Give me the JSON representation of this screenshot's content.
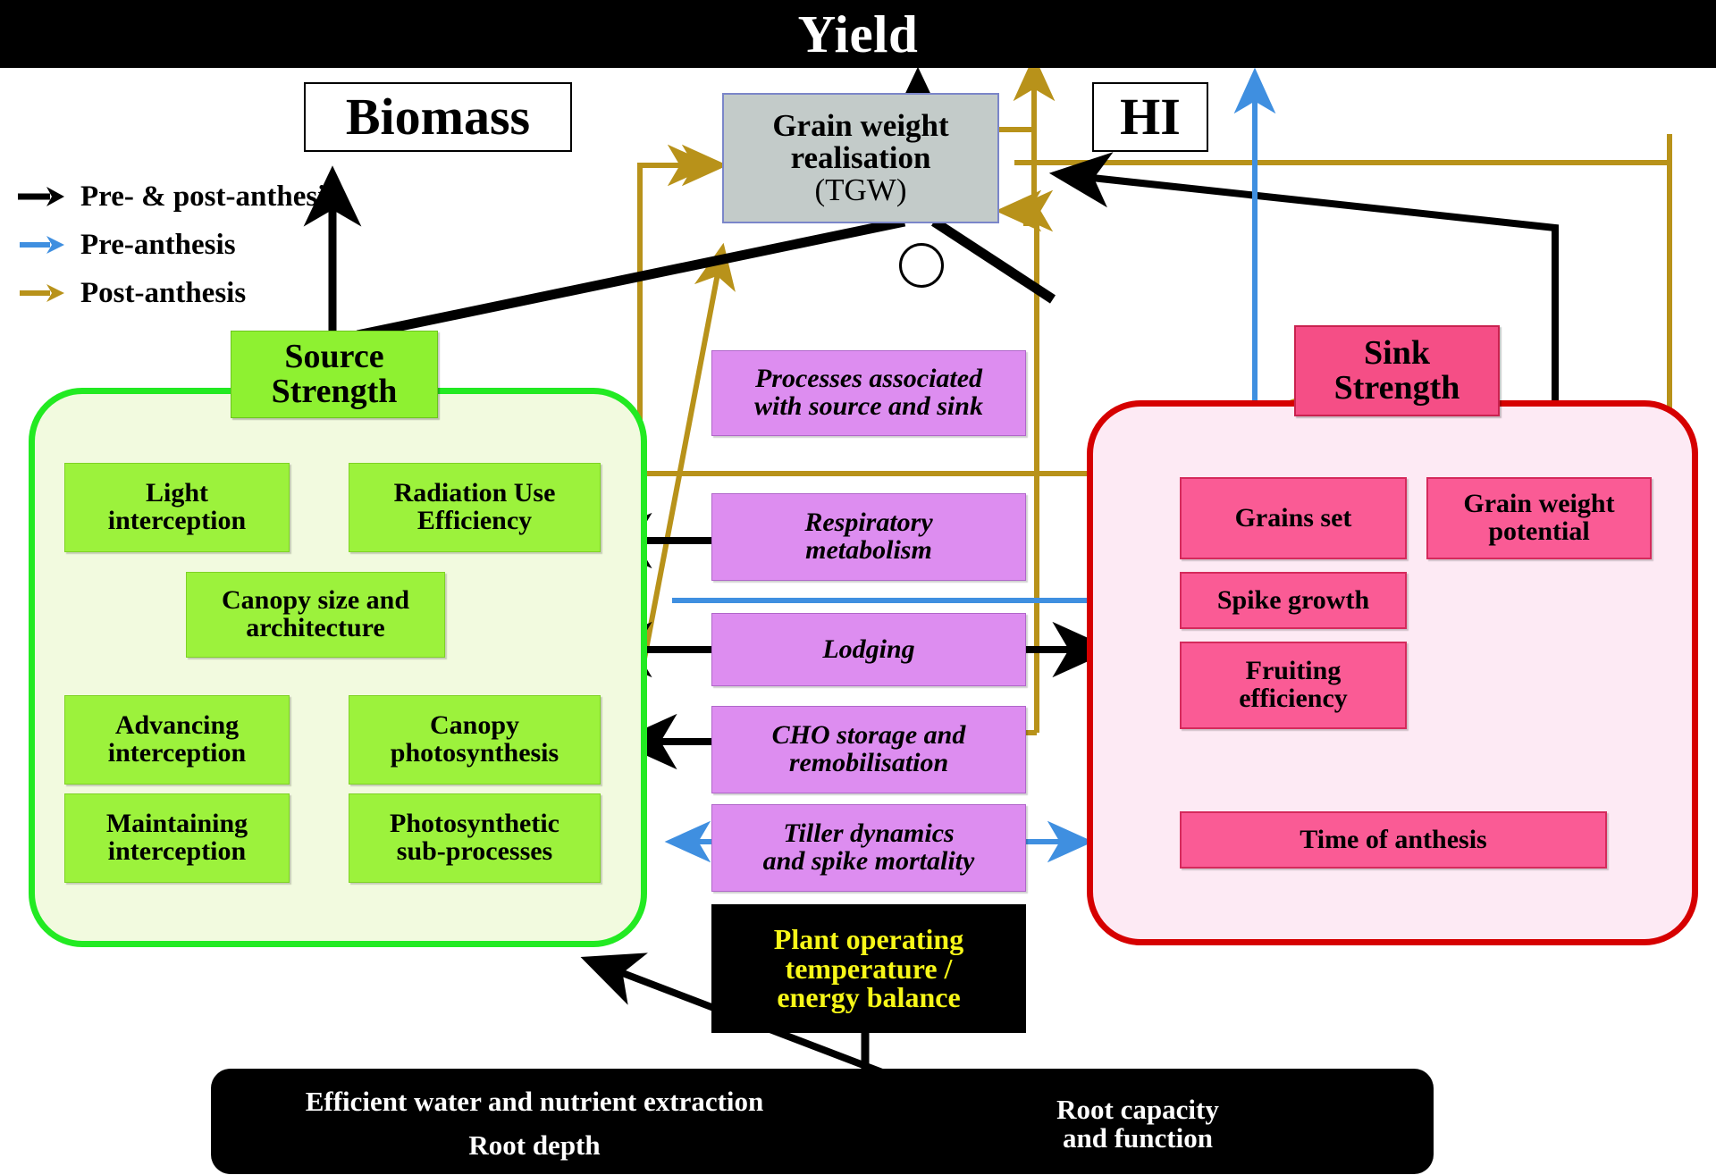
{
  "title": "Yield",
  "legend": {
    "title": "arrow-legend",
    "items": [
      {
        "label": "Pre- & post-anthesis",
        "color": "#000000",
        "key": "pre-and-post-anthesis"
      },
      {
        "label": "Pre-anthesis",
        "color": "#3f8fe0",
        "key": "pre-anthesis"
      },
      {
        "label": "Post-anthesis",
        "color": "#b8921a",
        "key": "post-anthesis"
      }
    ]
  },
  "top_nodes": {
    "biomass": "Biomass",
    "hi": "HI",
    "grain_weight_realisation_line1": "Grain weight",
    "grain_weight_realisation_line2": "realisation",
    "grain_weight_realisation_line3": "(TGW)"
  },
  "source": {
    "header_line1": "Source",
    "header_line2": "Strength",
    "boxes": [
      {
        "key": "light-interception",
        "line1": "Light",
        "line2": "interception"
      },
      {
        "key": "radiation-use-efficiency",
        "line1": "Radiation Use",
        "line2": "Efficiency"
      },
      {
        "key": "canopy-size-and-architecture",
        "line1": "Canopy size and",
        "line2": "architecture"
      },
      {
        "key": "advancing-interception",
        "line1": "Advancing",
        "line2": "interception"
      },
      {
        "key": "canopy-photosynthesis",
        "line1": "Canopy",
        "line2": "photosynthesis"
      },
      {
        "key": "maintaining-interception",
        "line1": "Maintaining",
        "line2": "interception"
      },
      {
        "key": "photosynthetic-sub-processes",
        "line1": "Photosynthetic",
        "line2": "sub-processes"
      }
    ]
  },
  "sink": {
    "header_line1": "Sink",
    "header_line2": "Strength",
    "boxes": [
      {
        "key": "grains-set",
        "line1": "Grains set",
        "line2": ""
      },
      {
        "key": "grain-weight-potential",
        "line1": "Grain weight",
        "line2": "potential"
      },
      {
        "key": "spike-growth",
        "line1": "Spike growth",
        "line2": ""
      },
      {
        "key": "fruiting-efficiency",
        "line1": "Fruiting",
        "line2": "efficiency"
      },
      {
        "key": "time-of-anthesis",
        "line1": "Time of anthesis",
        "line2": ""
      }
    ]
  },
  "processes": {
    "boxes": [
      {
        "key": "processes-associated-with-source-and-sink",
        "line1": "Processes associated",
        "line2": "with source and sink"
      },
      {
        "key": "respiratory-metabolism",
        "line1": "Respiratory",
        "line2": "metabolism"
      },
      {
        "key": "lodging",
        "line1": "Lodging",
        "line2": ""
      },
      {
        "key": "cho-storage-and-remobilisation",
        "line1": "CHO storage and",
        "line2": "remobilisation"
      },
      {
        "key": "tiller-dynamics-and-spike-mortality",
        "line1": "Tiller dynamics",
        "line2": "and spike mortality"
      }
    ]
  },
  "roots": {
    "plant_operating_line1": "Plant operating",
    "plant_operating_line2": "temperature /",
    "plant_operating_line3": "energy balance",
    "efficient_water": "Efficient water and nutrient extraction",
    "root_depth": "Root depth",
    "root_capacity_line1": "Root capacity",
    "root_capacity_line2": "and function"
  },
  "colors": {
    "title_bar": "#000000",
    "green_border": "#22ea22",
    "green_fill": "#f2fadf",
    "green_box": "#9cf23c",
    "red_border": "#d60000",
    "pink_fill": "#fdeaf4",
    "pink_box": "#fa5b95",
    "purple_box": "#dd8df0",
    "grey_box": "#c3cbc9",
    "black": "#000000",
    "yellow_text": "#f7f718",
    "blue_arrow": "#3f8fe0",
    "gold_arrow": "#b8921a"
  }
}
